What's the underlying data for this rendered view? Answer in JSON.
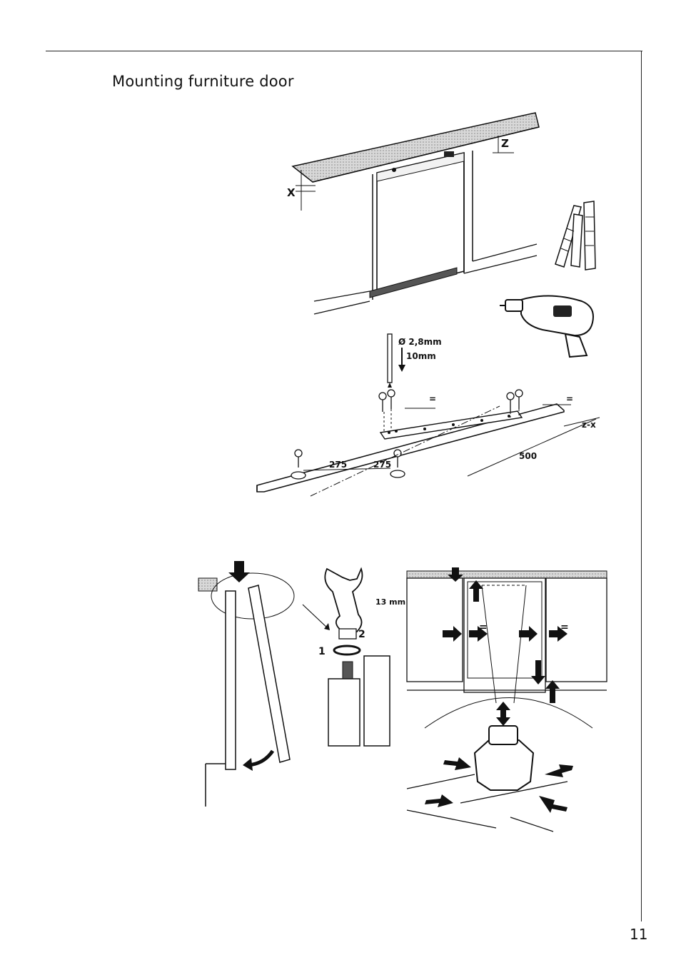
{
  "page": {
    "title": "Mounting furniture door",
    "page_number": "11"
  },
  "figure_top": {
    "label_x": "X",
    "label_z": "Z"
  },
  "figure_drill": {
    "diameter": "Ø 2,8mm",
    "depth": "10mm",
    "equal_left": "=",
    "equal_right": "=",
    "offset": "z-x",
    "dim_left": "275",
    "dim_right": "275",
    "dim_depth": "500"
  },
  "figure_adjust": {
    "wrench_size": "13 mm",
    "step_1": "1",
    "step_2": "2",
    "equal_left": "=",
    "equal_right": "="
  }
}
